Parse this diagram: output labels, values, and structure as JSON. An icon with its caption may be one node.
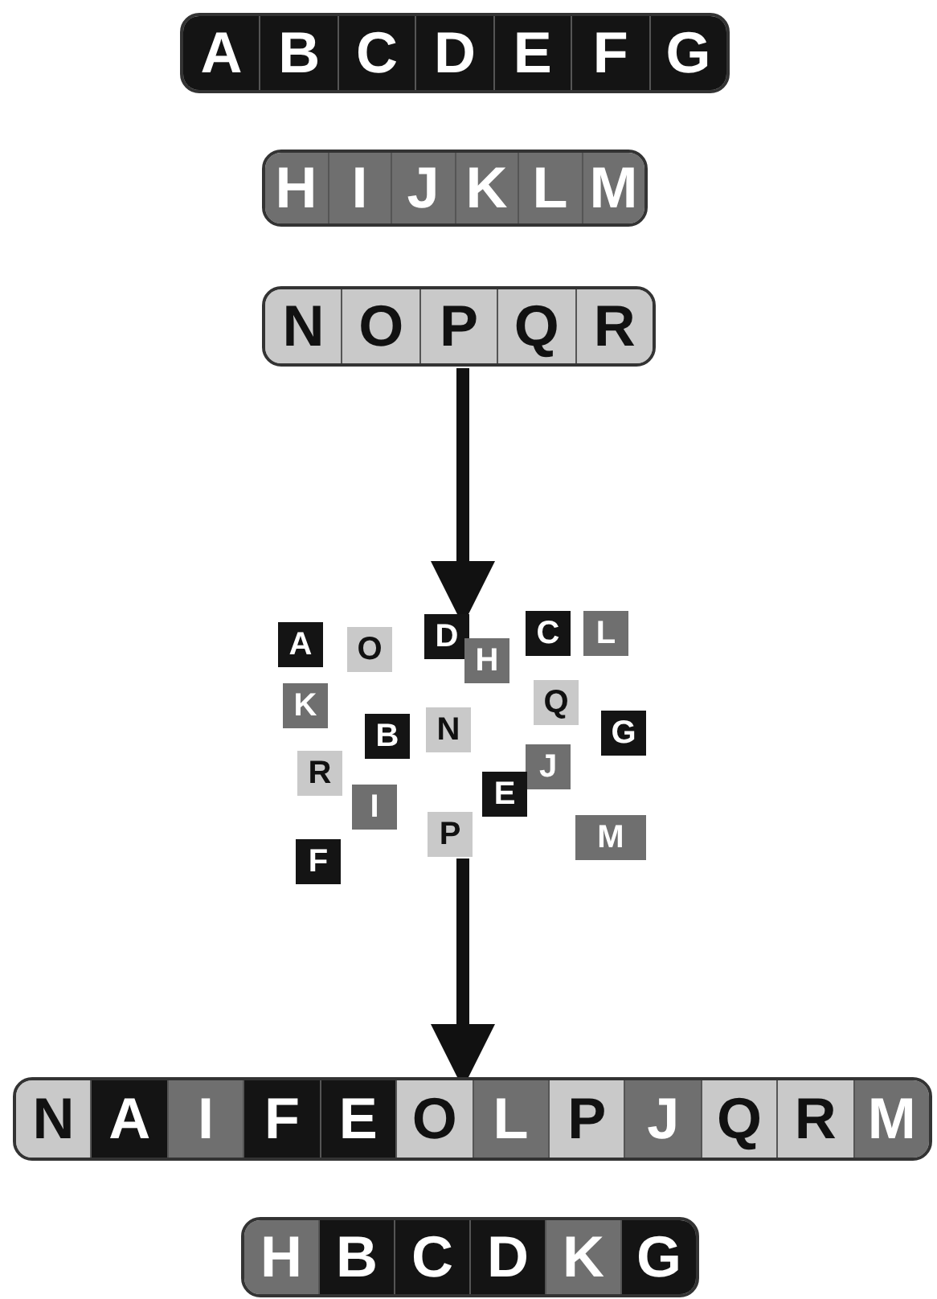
{
  "diagram": {
    "nodes": [
      {
        "text": [],
        "shape": "bar"
      },
      {
        "text": [
          "A"
        ],
        "in": 0
      },
      {
        "text": [
          "B"
        ],
        "in": 0
      },
      {
        "text": [
          "C"
        ],
        "in": 0
      },
      {
        "text": [
          "D"
        ],
        "in": 0
      },
      {
        "text": [
          "E"
        ],
        "in": 0
      },
      {
        "text": [
          "F"
        ],
        "in": 0
      },
      {
        "text": [
          "G"
        ],
        "in": 0
      },
      {
        "text": [],
        "shape": "bar"
      },
      {
        "text": [
          "H"
        ],
        "in": 8
      },
      {
        "text": [
          "I"
        ],
        "in": 8
      },
      {
        "text": [
          "J"
        ],
        "in": 8
      },
      {
        "text": [
          "K"
        ],
        "in": 8
      },
      {
        "text": [
          "L"
        ],
        "in": 8
      },
      {
        "text": [
          "M"
        ],
        "in": 8
      },
      {
        "text": [],
        "shape": "bar"
      },
      {
        "text": [
          "N"
        ],
        "in": 15
      },
      {
        "text": [
          "O"
        ],
        "in": 15
      },
      {
        "text": [
          "P"
        ],
        "in": 15
      },
      {
        "text": [
          "Q"
        ],
        "in": 15
      },
      {
        "text": [
          "R"
        ],
        "in": 15
      },
      {
        "text": [
          "A"
        ]
      },
      {
        "text": [
          "O"
        ]
      },
      {
        "text": [
          "D"
        ]
      },
      {
        "text": [
          "H"
        ]
      },
      {
        "text": [
          "C"
        ]
      },
      {
        "text": [
          "L"
        ]
      },
      {
        "text": [
          "K"
        ]
      },
      {
        "text": [
          "B"
        ]
      },
      {
        "text": [
          "N"
        ]
      },
      {
        "text": [
          "Q"
        ]
      },
      {
        "text": [
          "G"
        ]
      },
      {
        "text": [
          "R"
        ]
      },
      {
        "text": [
          "J"
        ]
      },
      {
        "text": [
          "E"
        ]
      },
      {
        "text": [
          "I"
        ]
      },
      {
        "text": [
          "P"
        ]
      },
      {
        "text": [
          "M"
        ]
      },
      {
        "text": [
          "F"
        ]
      },
      {
        "text": [],
        "shape": "bar"
      },
      {
        "text": [
          "N"
        ],
        "in": 39
      },
      {
        "text": [
          "A"
        ],
        "in": 39
      },
      {
        "text": [
          "I"
        ],
        "in": 39
      },
      {
        "text": [
          "F"
        ],
        "in": 39
      },
      {
        "text": [
          "E"
        ],
        "in": 39
      },
      {
        "text": [
          "O"
        ],
        "in": 39
      },
      {
        "text": [
          "L"
        ],
        "in": 39
      },
      {
        "text": [
          "P"
        ],
        "in": 39
      },
      {
        "text": [
          "J"
        ],
        "in": 39
      },
      {
        "text": [
          "Q"
        ],
        "in": 39
      },
      {
        "text": [
          "R"
        ],
        "in": 39
      },
      {
        "text": [
          "M"
        ],
        "in": 39
      },
      {
        "text": [],
        "shape": "bar"
      },
      {
        "text": [
          "H"
        ],
        "in": 52
      },
      {
        "text": [
          "B"
        ],
        "in": 52
      },
      {
        "text": [
          "C"
        ],
        "in": 52
      },
      {
        "text": [
          "D"
        ],
        "in": 52
      },
      {
        "text": [
          "K"
        ],
        "in": 52
      },
      {
        "text": [
          "G"
        ],
        "in": 52
      }
    ],
    "edges": [
      {
        "from": 15,
        "to": 23,
        "arrow": "to"
      },
      {
        "from": 36,
        "to": 39,
        "arrow": "to"
      }
    ]
  }
}
